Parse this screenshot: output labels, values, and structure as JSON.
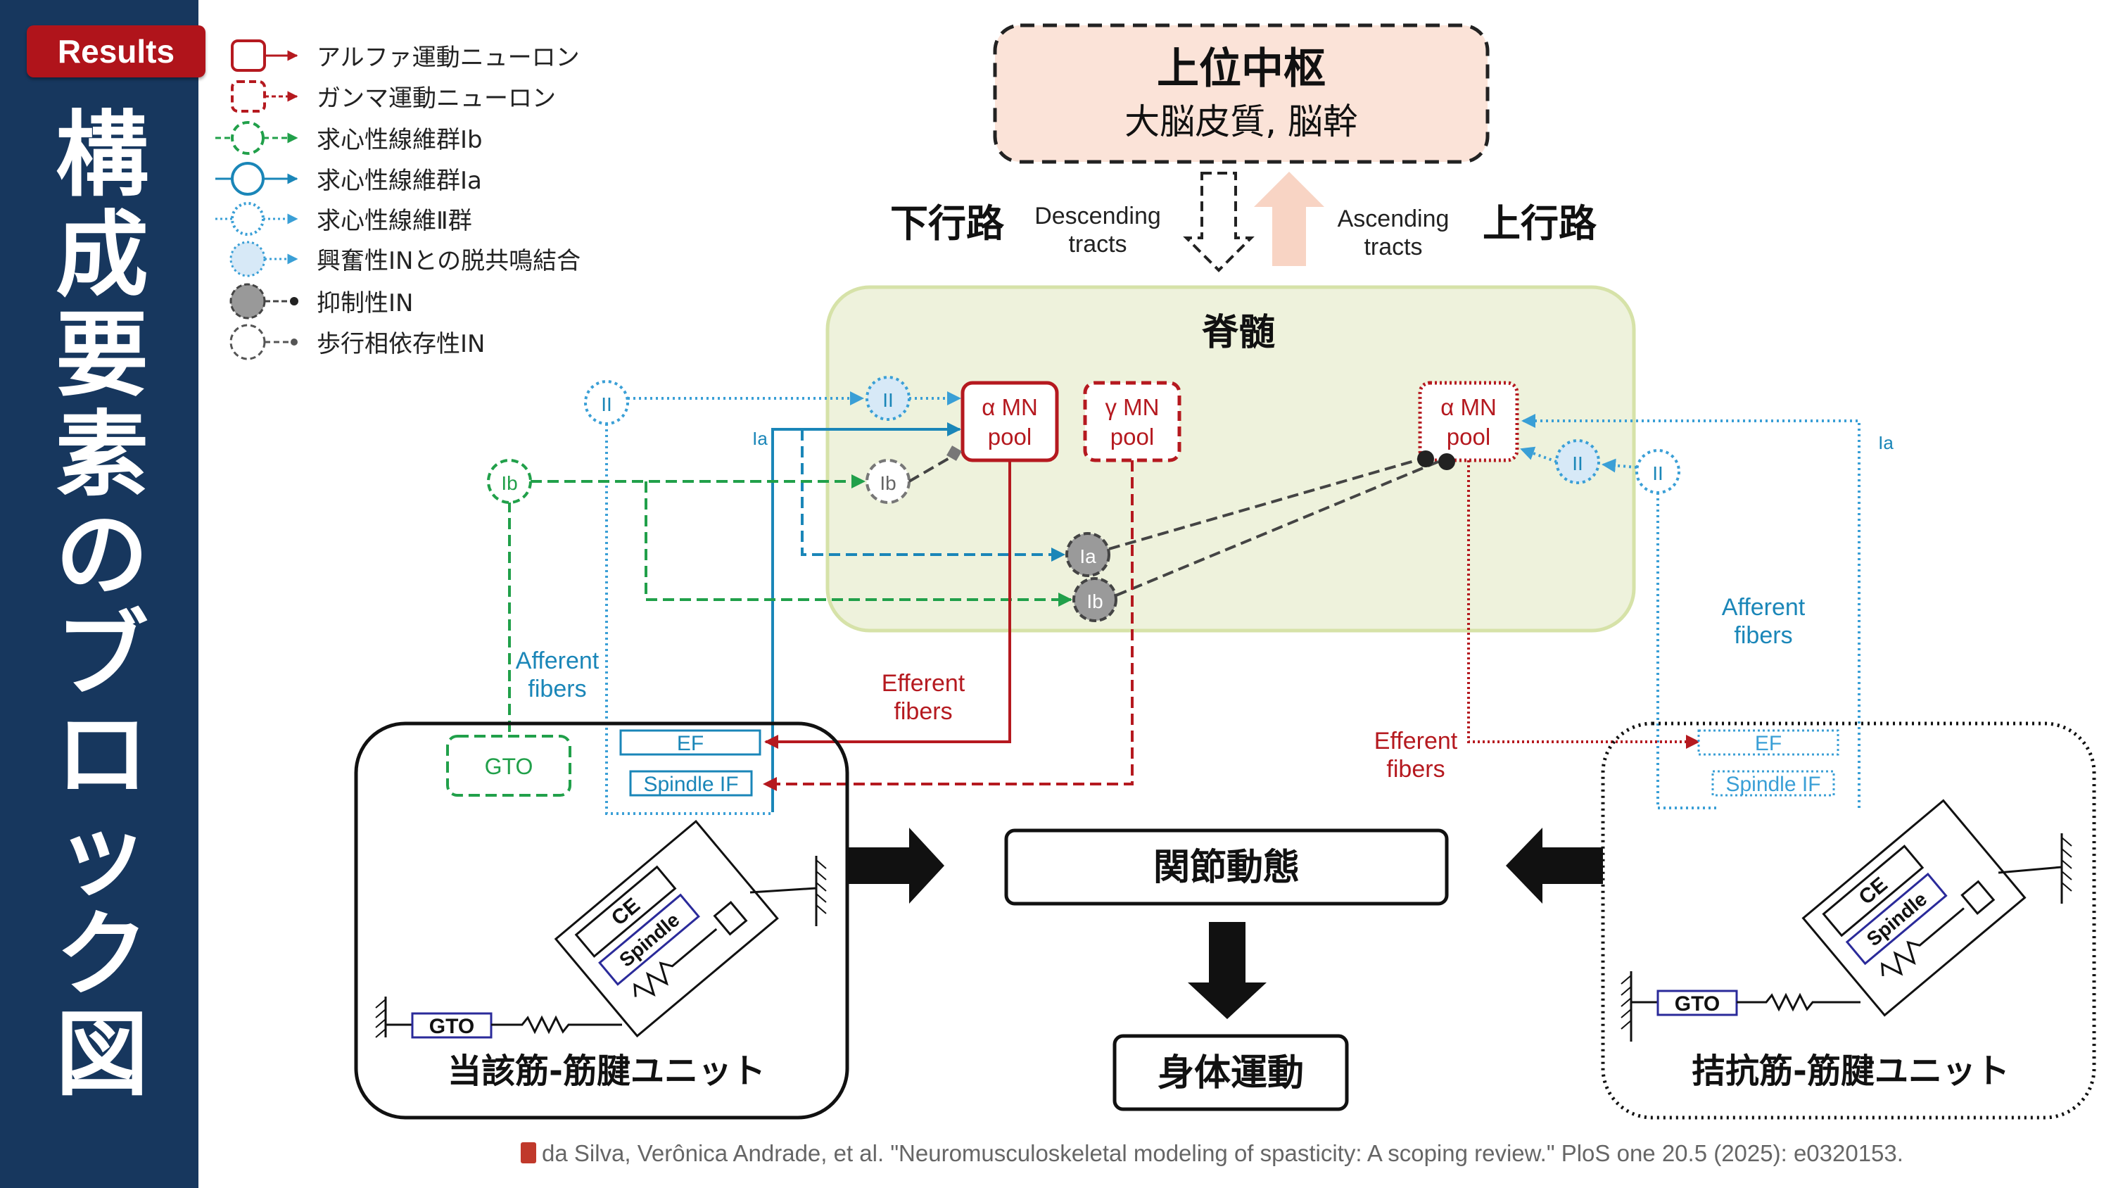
{
  "badge": "Results",
  "title": "構成要素のブロック図",
  "legend": [
    {
      "label": "アルファ運動ニューロン",
      "icon": "alpha-motor-neuron-icon"
    },
    {
      "label": "ガンマ運動ニューロン",
      "icon": "gamma-motor-neuron-icon"
    },
    {
      "label": "求心性線維群Ib",
      "icon": "afferent-ib-icon"
    },
    {
      "label": "求心性線維群Ia",
      "icon": "afferent-ia-icon"
    },
    {
      "label": "求心性線維Ⅱ群",
      "icon": "afferent-ii-icon"
    },
    {
      "label": "興奮性INとの脱共鳴結合",
      "icon": "excitatory-in-icon"
    },
    {
      "label": "抑制性IN",
      "icon": "inhibitory-in-icon"
    },
    {
      "label": "歩行相依存性IN",
      "icon": "gait-phase-in-icon"
    }
  ],
  "upper_center": {
    "title": "上位中枢",
    "subtitle": "大脳皮質, 脳幹"
  },
  "tracts": {
    "descending_jp": "下行路",
    "descending_en_1": "Descending",
    "descending_en_2": "tracts",
    "ascending_en_1": "Ascending",
    "ascending_en_2": "tracts",
    "ascending_jp": "上行路"
  },
  "spinal_cord": {
    "label": "脊髄",
    "alpha_mn_1": "α MN",
    "pool": "pool",
    "gamma_mn_1": "γ MN",
    "ia": "Ia",
    "ib": "Ib",
    "ii": "II"
  },
  "fibers": {
    "afferent_1": "Afferent",
    "afferent_2": "fibers",
    "efferent_1": "Efferent",
    "efferent_2": "fibers"
  },
  "muscle_units": {
    "gto": "GTO",
    "ef": "EF",
    "spindle_if": "Spindle IF",
    "ce": "CE",
    "spindle": "Spindle",
    "agonist": "当該筋-筋腱ユニット",
    "antagonist": "拮抗筋-筋腱ユニット"
  },
  "center_flow": {
    "joint": "関節動態",
    "body": "身体運動"
  },
  "citation": "da Silva, Verônica Andrade, et al. \"Neuromusculoskeletal modeling of spasticity: A scoping review.\" PloS one 20.5 (2025): e0320153.",
  "colors": {
    "sidebar": "#17375e",
    "badge": "#b0141b",
    "alpha_red": "#b5191f",
    "ib_green": "#21a04a",
    "ia_blue": "#1a86b8",
    "ii_blue": "#3a9fd6",
    "spinal_fill": "#eef2dc",
    "upper_fill": "#fbe3d8",
    "ascending_arrow": "#f8d4c4"
  }
}
